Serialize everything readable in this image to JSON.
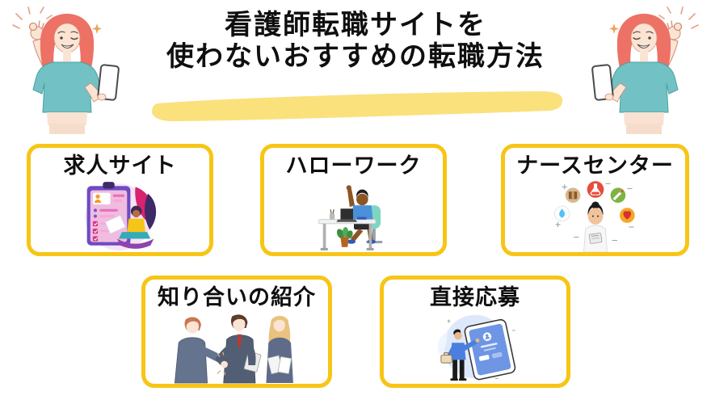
{
  "page": {
    "title_line1": "看護師転職サイトを",
    "title_line2": "使わないおすすめの転職方法"
  },
  "cards": [
    {
      "label": "求人サイト",
      "icon": "job-site-illustration"
    },
    {
      "label": "ハローワーク",
      "icon": "hellowork-desk-illustration"
    },
    {
      "label": "ナースセンター",
      "icon": "nurse-center-illustration"
    },
    {
      "label": "知り合いの紹介",
      "icon": "referral-handshake-illustration"
    },
    {
      "label": "直接応募",
      "icon": "direct-apply-tablet-illustration"
    }
  ],
  "decorations": {
    "left_figure": "woman-ok-sign-holding-phone",
    "right_figure": "woman-ok-sign-holding-phone-mirrored",
    "title_underline": "yellow-brush-stroke"
  },
  "colors": {
    "background": "#FFFFFF",
    "card_border": "#F7C515",
    "title_underline": "#FAE17C",
    "title_text": "#0F0F0F"
  }
}
